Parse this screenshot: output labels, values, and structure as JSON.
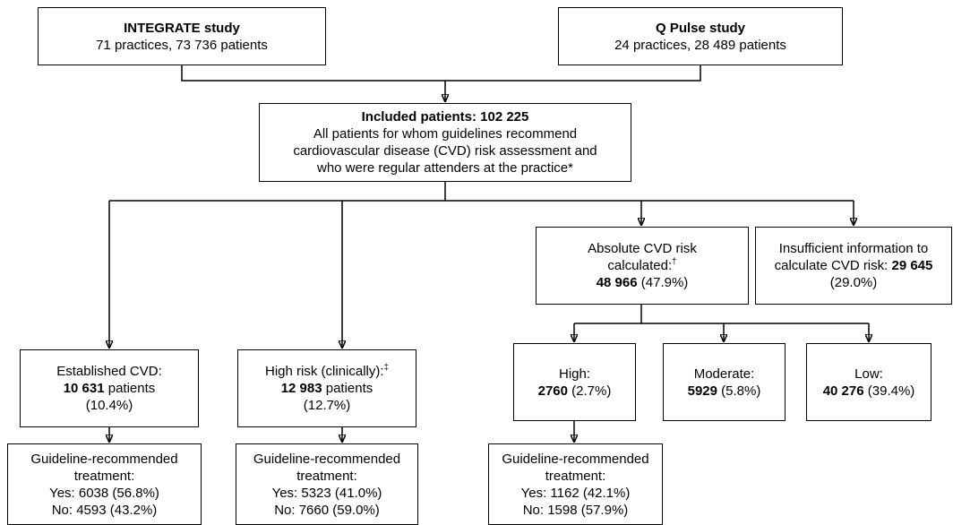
{
  "figure": {
    "background": "#ffffff",
    "line_color": "#000000",
    "text_color": "#000000"
  },
  "boxes": {
    "integrate": {
      "title": "INTEGRATE study",
      "details": "71 practices, 73 736 patients"
    },
    "qpulse": {
      "title": "Q Pulse study",
      "details": "24 practices, 28 489 patients"
    },
    "included": {
      "title": "Included patients: 102 225",
      "desc_line1": "All patients for whom guidelines recommend",
      "desc_line2": "cardiovascular disease (CVD) risk assessment and",
      "desc_line3": "who were regular attenders at the practice*"
    },
    "absolute_risk": {
      "line1": "Absolute CVD risk",
      "line2": "calculated:",
      "footnote_mark": "†",
      "value": "48 966",
      "pct": " (47.9%)"
    },
    "insufficient_info": {
      "line1": "Insufficient information to",
      "line2_prefix": "calculate CVD risk: ",
      "value": "29 645",
      "pct": "(29.0%)"
    },
    "established_cvd": {
      "line1": "Established CVD:",
      "value": "10 631",
      "value_suffix": " patients",
      "pct": "(10.4%)"
    },
    "high_risk_clinical": {
      "line1": "High risk (clinically):",
      "footnote_mark": "‡",
      "value": "12 983",
      "value_suffix": " patients",
      "pct": "(12.7%)"
    },
    "risk_high": {
      "label": "High:",
      "value": "2760",
      "pct": " (2.7%)"
    },
    "risk_moderate": {
      "label": "Moderate:",
      "value": "5929",
      "pct": " (5.8%)"
    },
    "risk_low": {
      "label": "Low:",
      "value": "40 276",
      "pct": " (39.4%)"
    },
    "treatment_established": {
      "line1": "Guideline-recommended",
      "line2": "treatment:",
      "yes": "Yes: 6038 (56.8%)",
      "no": "No: 4593 (43.2%)"
    },
    "treatment_high_risk": {
      "line1": "Guideline-recommended",
      "line2": "treatment:",
      "yes": "Yes: 5323 (41.0%)",
      "no": "No: 7660 (59.0%)"
    },
    "treatment_risk_high": {
      "line1": "Guideline-recommended",
      "line2": "treatment:",
      "yes": "Yes: 1162 (42.1%)",
      "no": "No: 1598 (57.9%)"
    }
  }
}
